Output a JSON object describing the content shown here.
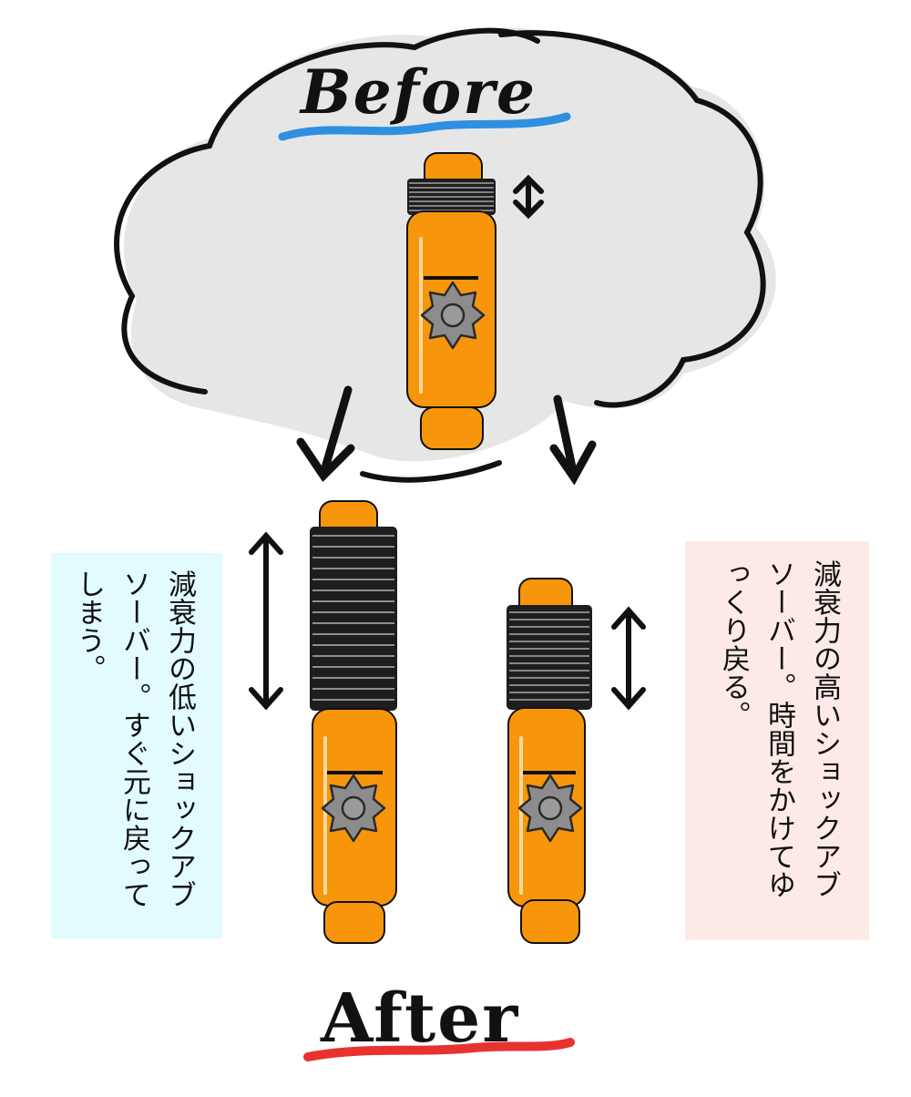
{
  "titles": {
    "before": "Before",
    "after": "After"
  },
  "notes": {
    "left": "減衰力の低いショックアブソーバー。すぐ元に戻ってしまう。",
    "right": "減衰力の高いショックアブソーバー。時間をかけてゆっくり戻る。"
  },
  "colors": {
    "body_orange": "#f7960a",
    "spring_black": "#1e1e1e",
    "gear_gray": "#8c8c8c",
    "cloud_gray": "#e6e6e6",
    "note_left_bg": "#e2fbff",
    "note_right_bg": "#fdeae6",
    "before_underline": "#2f8fe0",
    "after_underline": "#e8322e"
  },
  "icons": {
    "compression_arrows": "double-headed-vertical-arrow",
    "transition_arrows": "down-arrow",
    "gear": "gear-icon"
  }
}
